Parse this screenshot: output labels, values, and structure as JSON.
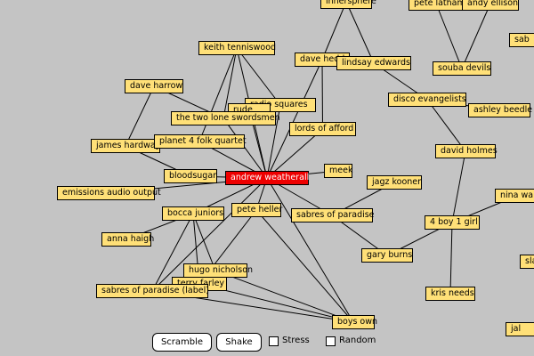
{
  "nodes": [
    {
      "id": "andrew",
      "label": "andrew weatherall",
      "center": true
    },
    {
      "id": "innersphere",
      "label": "innersphere"
    },
    {
      "id": "pete_latham",
      "label": "pete latham"
    },
    {
      "id": "andy_ellison",
      "label": "andy ellison"
    },
    {
      "id": "sab_top",
      "label": "sab"
    },
    {
      "id": "keith",
      "label": "keith tenniswood"
    },
    {
      "id": "dave_hedd",
      "label": "dave hedd"
    },
    {
      "id": "lindsay",
      "label": "lindsay edwards"
    },
    {
      "id": "souba",
      "label": "souba devils"
    },
    {
      "id": "dave_harrow",
      "label": "dave harrow"
    },
    {
      "id": "disco",
      "label": "disco evangelists"
    },
    {
      "id": "ashley",
      "label": "ashley beedle"
    },
    {
      "id": "radio_squares",
      "label": "radio squares"
    },
    {
      "id": "hidden_node",
      "label": "rude"
    },
    {
      "id": "two_lone",
      "label": "the two lone swordsmen"
    },
    {
      "id": "lords",
      "label": "lords of afford"
    },
    {
      "id": "james",
      "label": "james hardway"
    },
    {
      "id": "planet4",
      "label": "planet 4 folk quartet"
    },
    {
      "id": "david_holmes",
      "label": "david holmes"
    },
    {
      "id": "meek",
      "label": "meek"
    },
    {
      "id": "bloodsugar",
      "label": "bloodsugar"
    },
    {
      "id": "jagz",
      "label": "jagz kooner"
    },
    {
      "id": "emissions",
      "label": "emissions audio output"
    },
    {
      "id": "nina",
      "label": "nina wals"
    },
    {
      "id": "bocca",
      "label": "bocca juniors"
    },
    {
      "id": "pete_heller",
      "label": "pete heller"
    },
    {
      "id": "sabres",
      "label": "sabres of paradise"
    },
    {
      "id": "four_boy",
      "label": "4 boy 1 girl"
    },
    {
      "id": "anna",
      "label": "anna haigh"
    },
    {
      "id": "gary",
      "label": "gary burns"
    },
    {
      "id": "sla",
      "label": "sla"
    },
    {
      "id": "hugo",
      "label": "hugo nicholson"
    },
    {
      "id": "terry",
      "label": "terry farley"
    },
    {
      "id": "sabres_label",
      "label": "sabres of paradise (label)"
    },
    {
      "id": "kris",
      "label": "kris needs"
    },
    {
      "id": "boys_own",
      "label": "boys own"
    },
    {
      "id": "jal",
      "label": "jal"
    }
  ],
  "edges": [
    [
      "andrew",
      "keith"
    ],
    [
      "andrew",
      "two_lone"
    ],
    [
      "andrew",
      "radio_squares"
    ],
    [
      "andrew",
      "hidden_node"
    ],
    [
      "andrew",
      "lords"
    ],
    [
      "andrew",
      "planet4"
    ],
    [
      "andrew",
      "bloodsugar"
    ],
    [
      "andrew",
      "emissions"
    ],
    [
      "andrew",
      "meek"
    ],
    [
      "andrew",
      "pete_heller"
    ],
    [
      "andrew",
      "bocca"
    ],
    [
      "andrew",
      "sabres"
    ],
    [
      "andrew",
      "boys_own"
    ],
    [
      "andrew",
      "dave_hedd"
    ],
    [
      "andrew",
      "sabres_label"
    ],
    [
      "keith",
      "two_lone"
    ],
    [
      "keith",
      "planet4"
    ],
    [
      "keith",
      "radio_squares"
    ],
    [
      "dave_harrow",
      "james"
    ],
    [
      "dave_harrow",
      "two_lone"
    ],
    [
      "james",
      "bloodsugar"
    ],
    [
      "james",
      "planet4"
    ],
    [
      "innersphere",
      "dave_hedd"
    ],
    [
      "innersphere",
      "lindsay"
    ],
    [
      "dave_hedd",
      "lords"
    ],
    [
      "lindsay",
      "dave_hedd"
    ],
    [
      "lindsay",
      "disco"
    ],
    [
      "pete_latham",
      "souba"
    ],
    [
      "andy_ellison",
      "souba"
    ],
    [
      "disco",
      "ashley"
    ],
    [
      "disco",
      "david_holmes"
    ],
    [
      "david_holmes",
      "four_boy"
    ],
    [
      "four_boy",
      "nina"
    ],
    [
      "four_boy",
      "kris"
    ],
    [
      "four_boy",
      "gary"
    ],
    [
      "sabres",
      "gary"
    ],
    [
      "sabres",
      "jagz"
    ],
    [
      "bocca",
      "anna"
    ],
    [
      "bocca",
      "hugo"
    ],
    [
      "bocca",
      "terry"
    ],
    [
      "bocca",
      "sabres_label"
    ],
    [
      "pete_heller",
      "terry"
    ],
    [
      "pete_heller",
      "boys_own"
    ],
    [
      "hugo",
      "boys_own"
    ],
    [
      "terry",
      "boys_own"
    ],
    [
      "sabres_label",
      "boys_own"
    ]
  ],
  "controls": {
    "scramble_label": "Scramble",
    "shake_label": "Shake",
    "stress_label": "Stress",
    "random_label": "Random",
    "stress_checked": false,
    "random_checked": false
  },
  "colors": {
    "background": "#c4c4c4",
    "node_fill": "#ffe078",
    "center_fill": "#ee0000",
    "edge": "#000000"
  }
}
